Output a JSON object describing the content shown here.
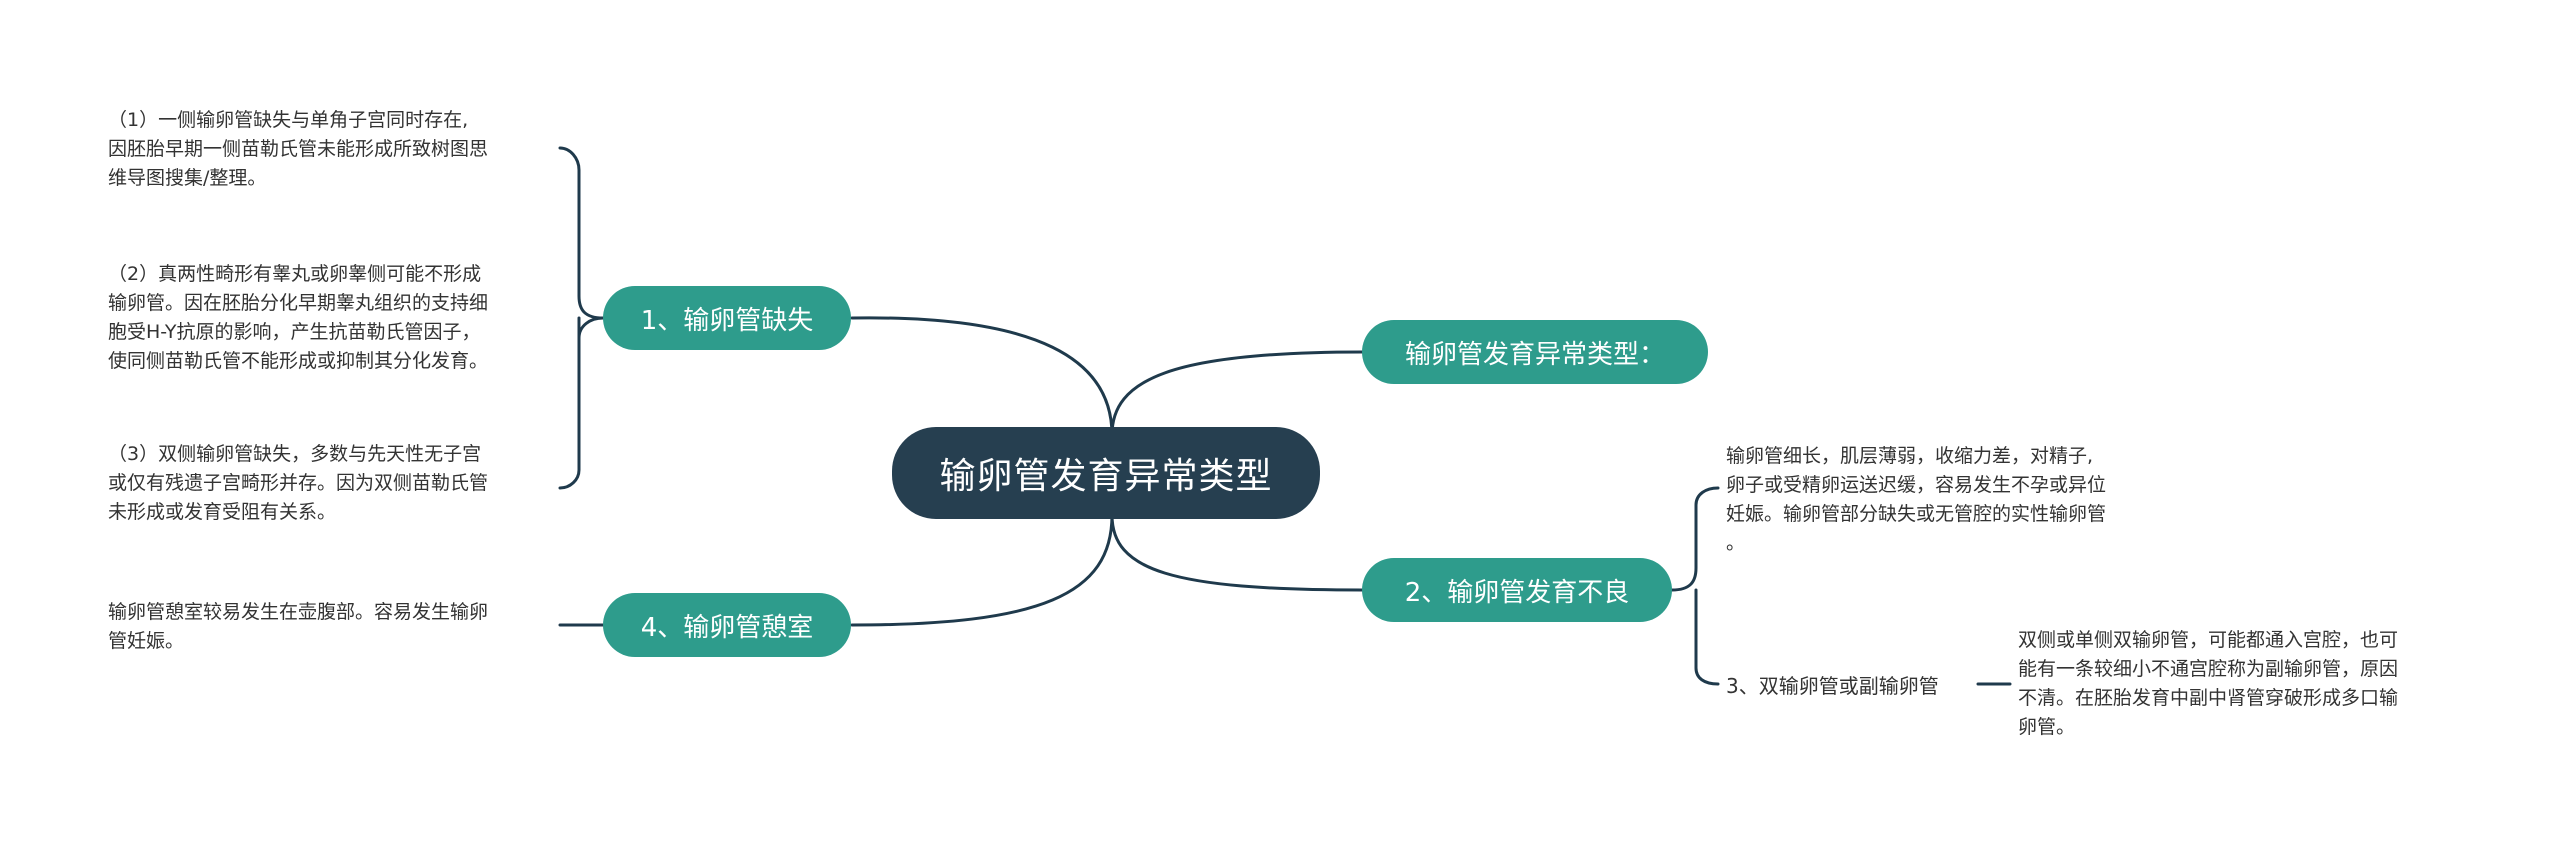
{
  "root": {
    "label": "输卵管发育异常类型"
  },
  "branches": [
    {
      "label": "1、输卵管缺失",
      "children": [
        [
          "（1）一侧输卵管缺失与单角子宫同时存在,",
          "因胚胎早期一侧苗勒氏管未能形成所致树图思",
          "维导图搜集/整理。"
        ],
        [
          "（2）真两性畸形有睾丸或卵睾侧可能不形成",
          "输卵管。因在胚胎分化早期睾丸组织的支持细",
          "胞受H-Y抗原的影响，产生抗苗勒氏管因子，",
          "使同侧苗勒氏管不能形成或抑制其分化发育。"
        ],
        [
          "（3）双侧输卵管缺失，多数与先天性无子宫",
          "或仅有残遗子宫畸形并存。因为双侧苗勒氏管",
          "未形成或发育受阻有关系。"
        ]
      ]
    },
    {
      "label": "4、输卵管憩室",
      "children": [
        [
          "输卵管憩室较易发生在壶腹部。容易发生输卵",
          "管妊娠。"
        ]
      ]
    },
    {
      "label": "输卵管发育异常类型：",
      "children": []
    },
    {
      "label": "2、输卵管发育不良",
      "children": [
        [
          "输卵管细长，肌层薄弱，收缩力差，对精子,",
          "卵子或受精卵运送迟缓，容易发生不孕或异位",
          "妊娠。输卵管部分缺失或无管腔的实性输卵管",
          "。"
        ]
      ],
      "subnode": {
        "label": "3、双输卵管或副输卵管",
        "children": [
          [
            "双侧或单侧双输卵管，可能都通入宫腔，也可",
            "能有一条较细小不通宫腔称为副输卵管，原因",
            "不清。在胚胎发育中副中肾管穿破形成多口输",
            "卵管。"
          ]
        ]
      }
    }
  ]
}
